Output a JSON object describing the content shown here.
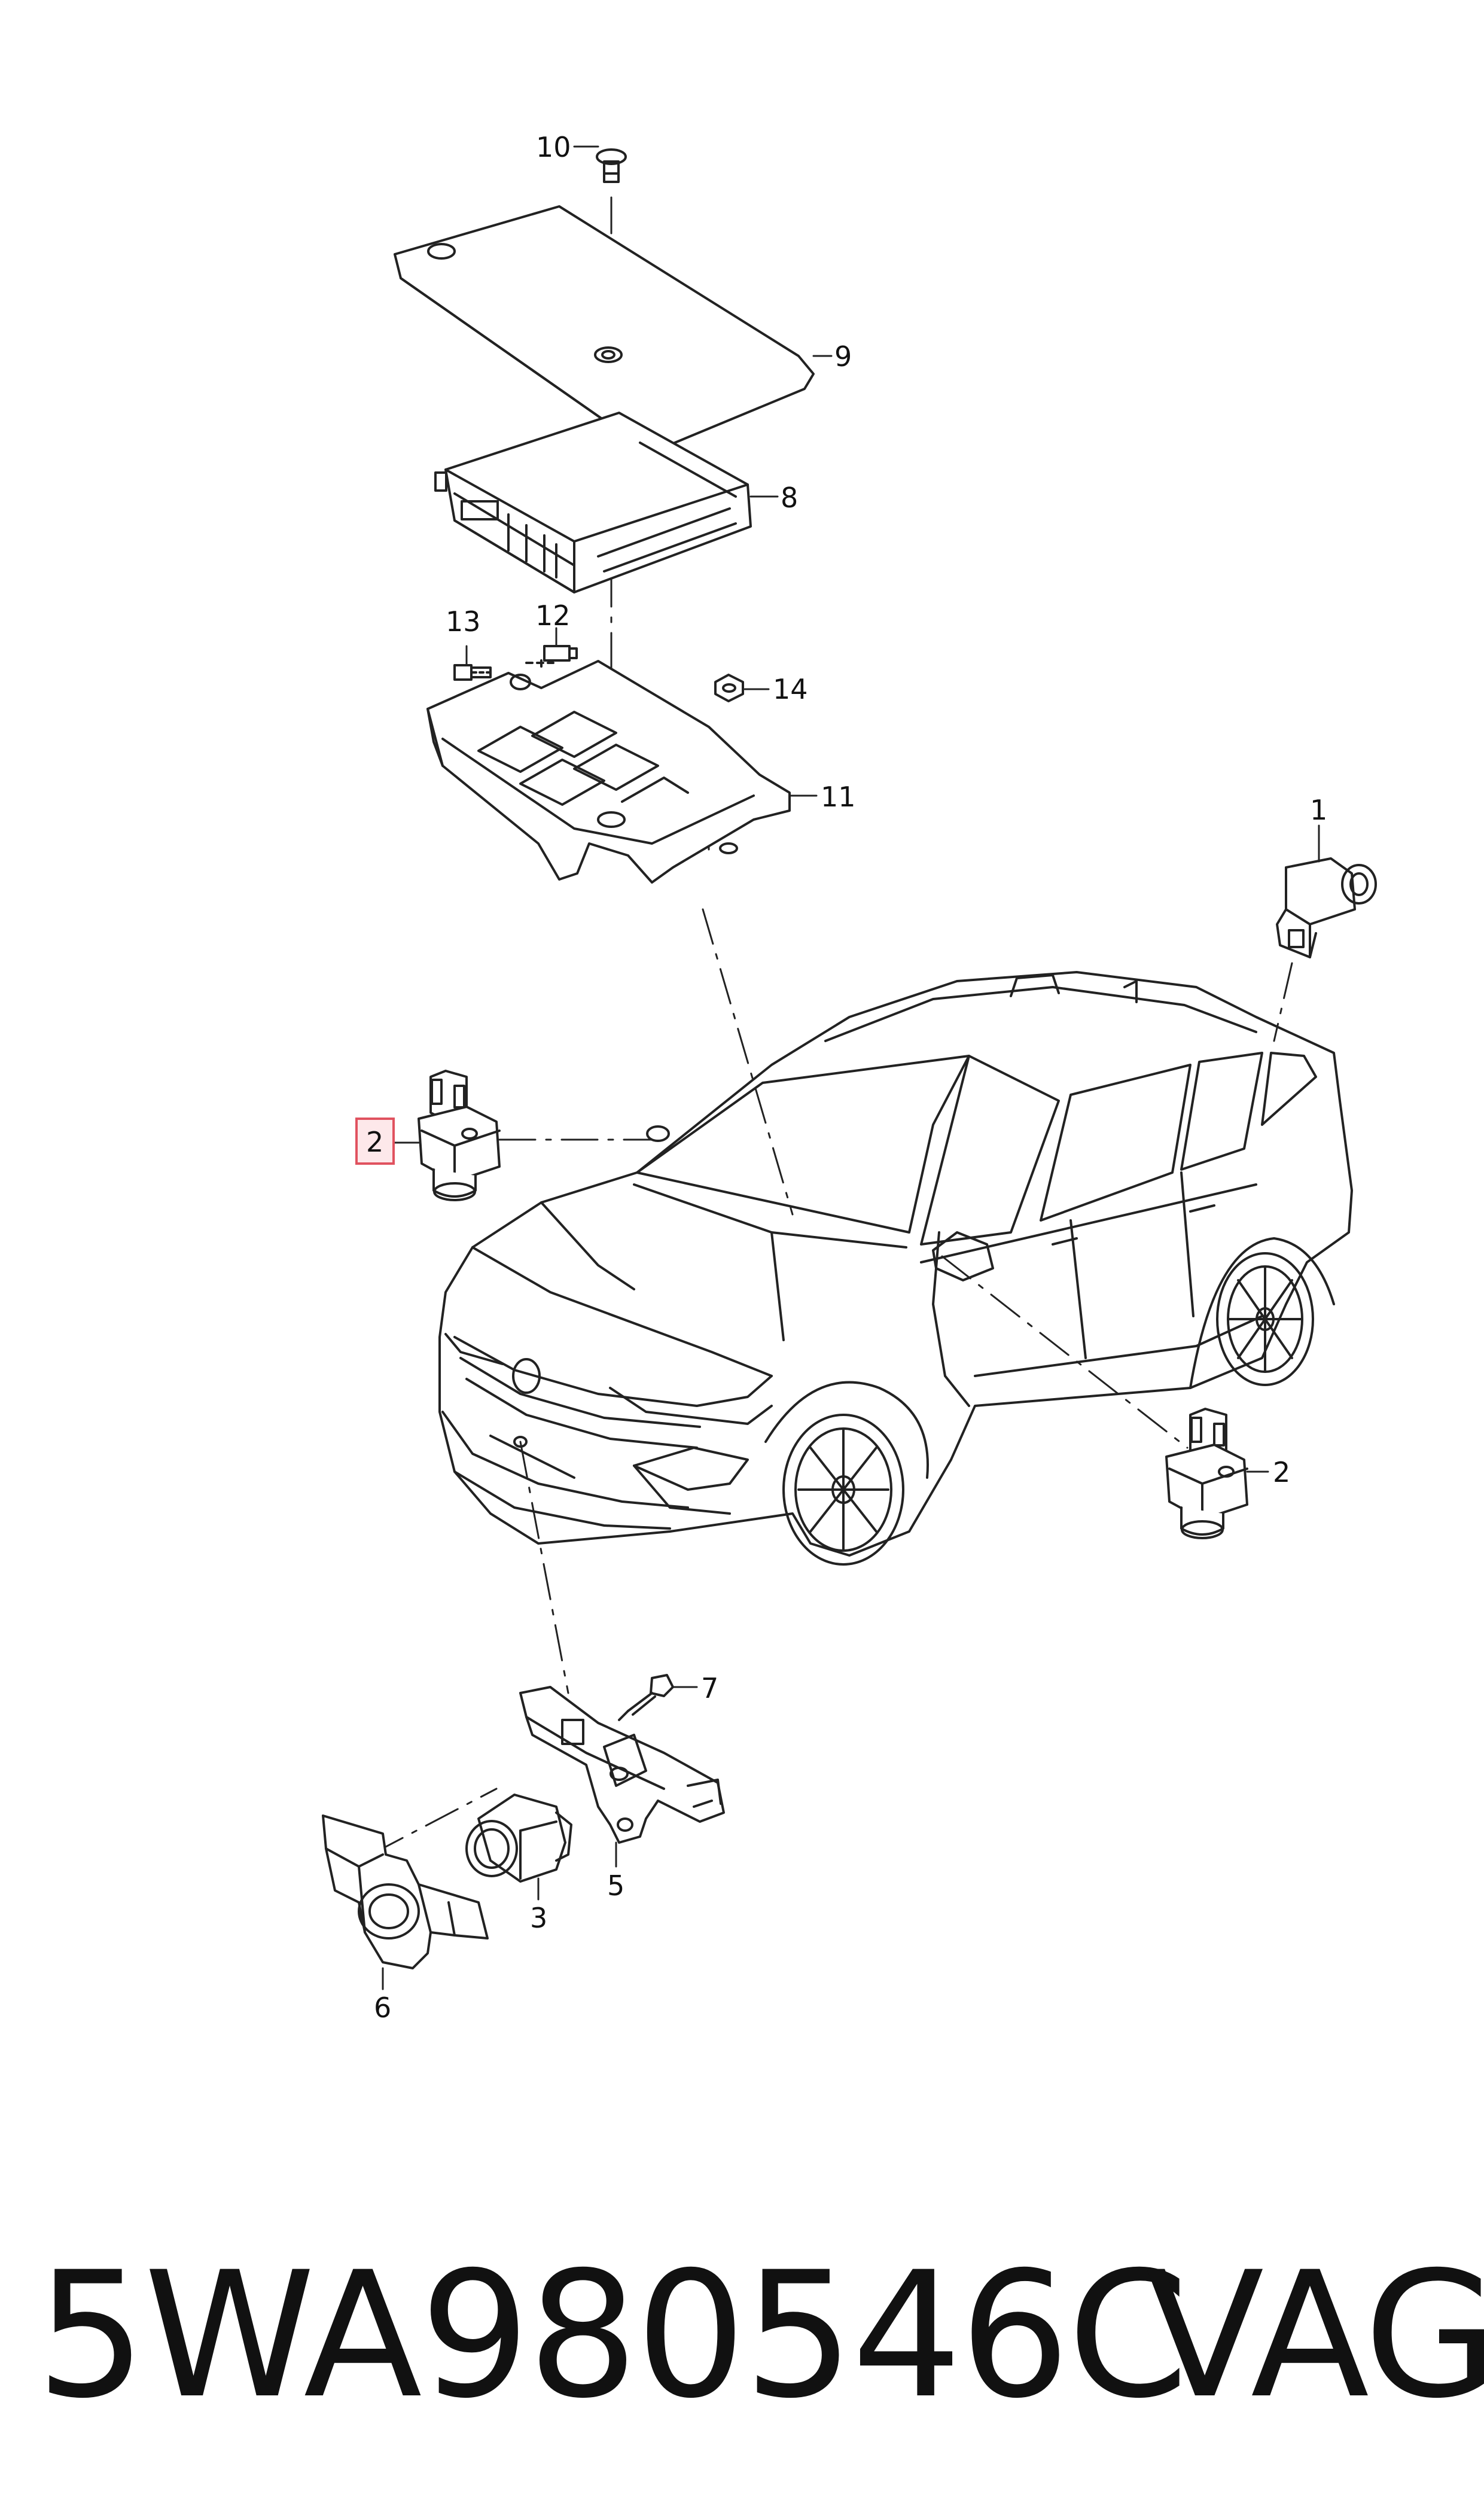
{
  "callouts": {
    "c1": "1",
    "c2_left": "2",
    "c2_right": "2",
    "c3": "3",
    "c5": "5",
    "c6": "6",
    "c7": "7",
    "c8": "8",
    "c9": "9",
    "c10": "10",
    "c11": "11",
    "c12": "12",
    "c13": "13",
    "c14": "14"
  },
  "footer": {
    "part_number": "5WA980546C",
    "brand": "VAG"
  },
  "colors": {
    "line": "#222222",
    "highlight_border": "#e0525f",
    "highlight_fill": "#fde8ea"
  }
}
